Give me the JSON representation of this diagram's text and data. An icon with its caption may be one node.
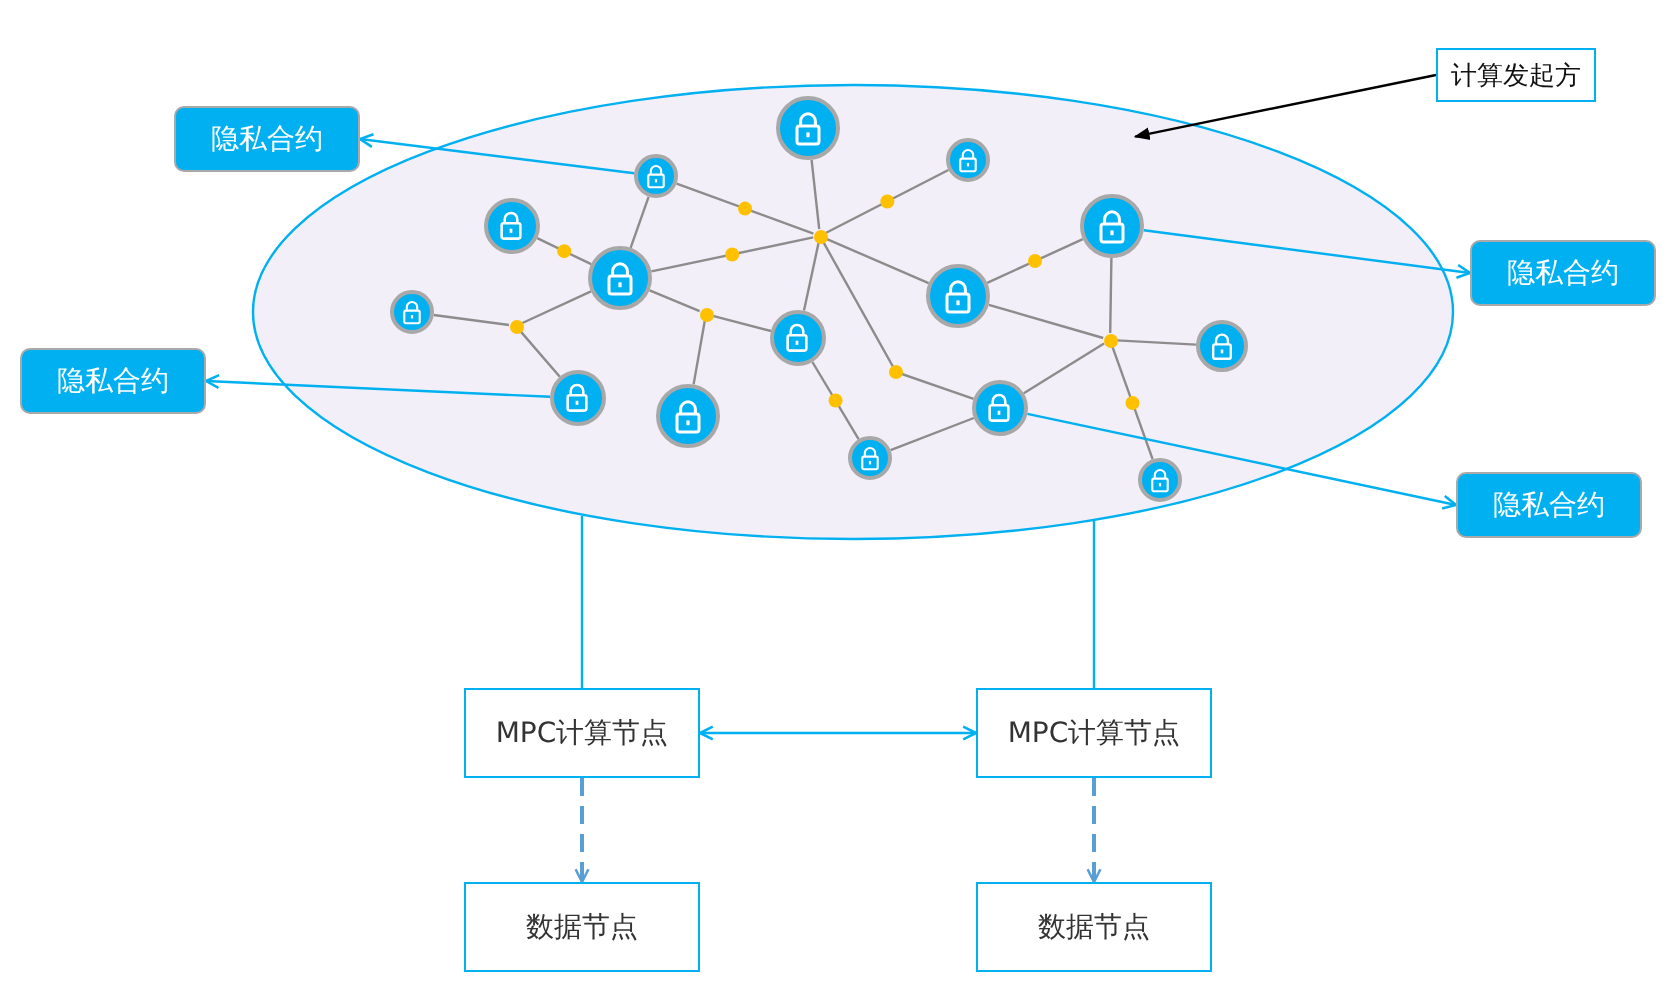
{
  "diagram": {
    "nodes": [
      {
        "text": [
          "计算发起方"
        ]
      },
      {
        "text": [
          "隐私合约"
        ]
      },
      {
        "text": [
          "隐私合约"
        ]
      },
      {
        "text": [
          "隐私合约"
        ]
      },
      {
        "text": [
          "隐私合约"
        ]
      },
      {
        "text": [
          "MPC计算节点"
        ]
      },
      {
        "text": [
          "MPC计算节点"
        ]
      },
      {
        "text": [
          "数据节点"
        ]
      },
      {
        "text": [
          "数据节点"
        ]
      },
      {
        "text": [],
        "shape": "ellipse"
      },
      {
        "text": [],
        "shape": "circle",
        "in": 9
      },
      {
        "text": [],
        "shape": "circle",
        "in": 9
      },
      {
        "text": [],
        "shape": "circle",
        "in": 9
      },
      {
        "text": [],
        "shape": "circle",
        "in": 9
      },
      {
        "text": [],
        "shape": "circle",
        "in": 9
      },
      {
        "text": [],
        "shape": "dot",
        "in": 9
      },
      {
        "text": [],
        "shape": "circle",
        "in": 9
      },
      {
        "text": [],
        "shape": "circle",
        "in": 9
      },
      {
        "text": [],
        "shape": "circle",
        "in": 9
      },
      {
        "text": [],
        "shape": "dot",
        "in": 9
      },
      {
        "text": [],
        "shape": "dot",
        "in": 9
      },
      {
        "text": [],
        "shape": "circle",
        "in": 9
      },
      {
        "text": [],
        "shape": "dot",
        "in": 9
      },
      {
        "text": [],
        "shape": "circle",
        "in": 9
      },
      {
        "text": [],
        "shape": "circle",
        "in": 9
      },
      {
        "text": [],
        "shape": "circle",
        "in": 9
      },
      {
        "text": [],
        "shape": "circle",
        "in": 9
      },
      {
        "text": [],
        "shape": "circle",
        "in": 9
      },
      {
        "text": [],
        "shape": "circle",
        "in": 9
      }
    ],
    "edges": [
      {
        "from": 12,
        "to": 15,
        "arrow": "none"
      },
      {
        "from": 10,
        "to": 15,
        "arrow": "none"
      },
      {
        "from": 11,
        "to": 15,
        "arrow": "none"
      },
      {
        "from": 16,
        "to": 15,
        "arrow": "none"
      },
      {
        "from": 15,
        "to": 17,
        "arrow": "none"
      },
      {
        "from": 15,
        "to": 21,
        "arrow": "none"
      },
      {
        "from": 15,
        "to": 25,
        "arrow": "none"
      },
      {
        "from": 12,
        "to": 16,
        "arrow": "none"
      },
      {
        "from": 13,
        "to": 16,
        "arrow": "none"
      },
      {
        "from": 16,
        "to": 19,
        "arrow": "none"
      },
      {
        "from": 19,
        "to": 21,
        "arrow": "none"
      },
      {
        "from": 19,
        "to": 26,
        "arrow": "none"
      },
      {
        "from": 18,
        "to": 20,
        "arrow": "none"
      },
      {
        "from": 20,
        "to": 16,
        "arrow": "none"
      },
      {
        "from": 20,
        "to": 24,
        "arrow": "none"
      },
      {
        "from": 21,
        "to": 27,
        "arrow": "none"
      },
      {
        "from": 17,
        "to": 14,
        "arrow": "none"
      },
      {
        "from": 17,
        "to": 22,
        "arrow": "none"
      },
      {
        "from": 14,
        "to": 22,
        "arrow": "none"
      },
      {
        "from": 22,
        "to": 23,
        "arrow": "none"
      },
      {
        "from": 22,
        "to": 25,
        "arrow": "none"
      },
      {
        "from": 22,
        "to": 28,
        "arrow": "none"
      },
      {
        "from": 25,
        "to": 27,
        "arrow": "none"
      },
      {
        "from": 12,
        "to": 1,
        "arrow": "to",
        "color": "#00b0f0"
      },
      {
        "from": 14,
        "to": 2,
        "arrow": "to",
        "color": "#00b0f0"
      },
      {
        "from": 24,
        "to": 3,
        "arrow": "to",
        "color": "#00b0f0"
      },
      {
        "from": 25,
        "to": 4,
        "arrow": "to",
        "color": "#00b0f0"
      },
      {
        "from": 0,
        "to": 9,
        "arrow": "to",
        "color": "#000000"
      },
      {
        "from": 5,
        "to": 9,
        "arrow": "none",
        "color": "#00b0f0"
      },
      {
        "from": 6,
        "to": 9,
        "arrow": "none",
        "color": "#00b0f0"
      },
      {
        "from": 5,
        "to": 6,
        "arrow": "both",
        "color": "#00b0f0"
      },
      {
        "from": 5,
        "to": 7,
        "arrow": "to",
        "style": "dashed",
        "color": "#5a9fd4"
      },
      {
        "from": 6,
        "to": 8,
        "arrow": "to",
        "style": "dashed",
        "color": "#5a9fd4"
      }
    ]
  }
}
